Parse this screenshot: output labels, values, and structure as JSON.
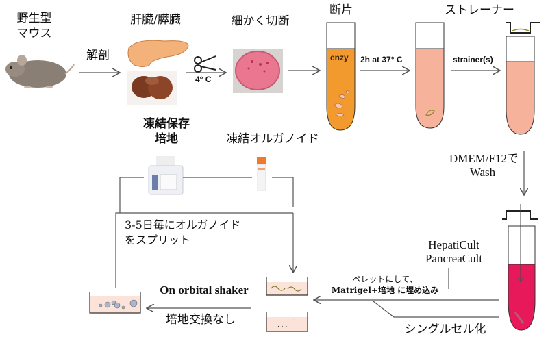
{
  "title": "Mouse liver/pancreas organoid culture workflow",
  "labels": {
    "wild_mouse_line1": "野生型",
    "wild_mouse_line2": "マウス",
    "dissection": "解剖",
    "organs": "肝臓/膵臓",
    "temp_4c": "4°  C",
    "mince": "細かく切断",
    "fragments": "断片",
    "enzyme": "enzy",
    "incubation": "2h at 37°  C",
    "strainer_title": "ストレーナー",
    "strainer_step": "strainer(s)",
    "wash_line1": "DMEM/F12で",
    "wash_line2": "Wash",
    "medium_line1": "HepatiCult",
    "medium_line2": "PancreaCult",
    "pellet_line1": "ペレットにして、",
    "pellet_line2": "Matrigel+培地 に埋め込み",
    "single_cell": "シングルセル化",
    "shaker": "On orbital shaker",
    "no_medium_change": "培地交換なし",
    "split_line1": "3-5日毎にオルガノイド",
    "split_line2": "をスプリット",
    "freeze_medium_line1": "凍結保存",
    "freeze_medium_line2": "培地",
    "frozen_organoid": "凍結オルガノイド"
  },
  "colors": {
    "enzyme_tube": "#f39a2e",
    "wash_tube": "#f7b29c",
    "final_tube": "#e8195a",
    "dish_fill": "#fbe3d9",
    "arrow": "#555555"
  }
}
